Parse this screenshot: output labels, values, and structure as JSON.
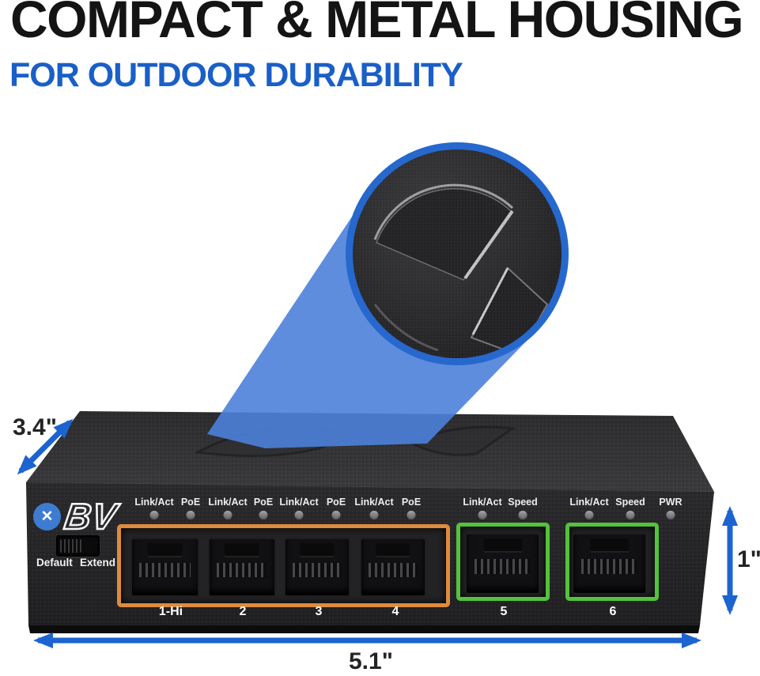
{
  "page": {
    "title": "COMPACT & METAL HOUSING",
    "subtitle": "FOR OUTDOOR DURABILITY"
  },
  "colors": {
    "accent_blue": "#1c64cf",
    "beam_blue": "#4c81da",
    "subtitle_blue": "#1a5fc8",
    "orange_port_group": "#df8b3d",
    "green_port": "#54c23c",
    "device_body": "#28282a"
  },
  "device": {
    "brand": "BV",
    "brand_icon_glyph": "✕",
    "mode_switch_labels": [
      "Default",
      "Extend"
    ],
    "led_labels": [
      "Link/Act",
      "PoE",
      "Link/Act",
      "PoE",
      "Link/Act",
      "PoE",
      "Link/Act",
      "PoE",
      "Link/Act",
      "Speed",
      "Link/Act",
      "Speed",
      "PWR"
    ],
    "port_labels": [
      "1-Hi",
      "2",
      "3",
      "4",
      "5",
      "6"
    ]
  },
  "dimensions": {
    "depth_label": "3.4\"",
    "height_label": "1\"",
    "width_label": "5.1\""
  }
}
